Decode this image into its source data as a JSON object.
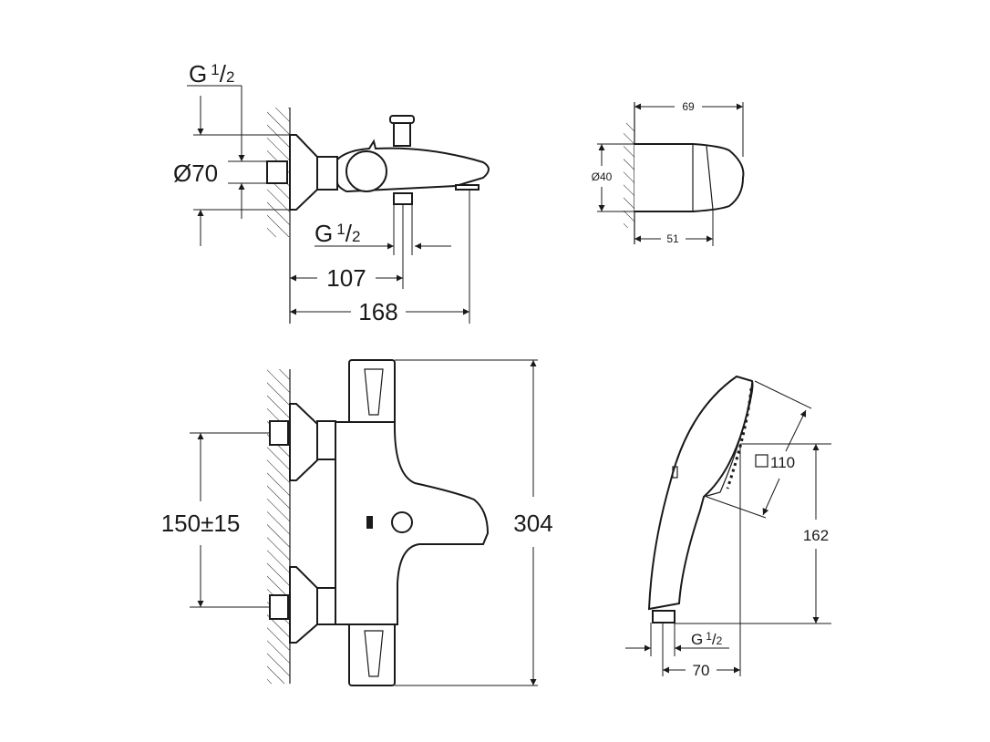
{
  "thread": {
    "prefix": "G",
    "numerator": "1",
    "slash": "/",
    "denominator": "2"
  },
  "side_view": {
    "diameter": "Ø70",
    "dim_inner": "107",
    "dim_outer": "168"
  },
  "holder_view": {
    "width_top": "69",
    "diameter": "Ø40",
    "width_bottom": "51"
  },
  "front_view": {
    "inlet_spacing": "150±15",
    "height": "304"
  },
  "hand_shower": {
    "head_size": "110",
    "height": "162",
    "width": "70"
  },
  "colors": {
    "line": "#1a1a1a",
    "background": "#ffffff"
  }
}
